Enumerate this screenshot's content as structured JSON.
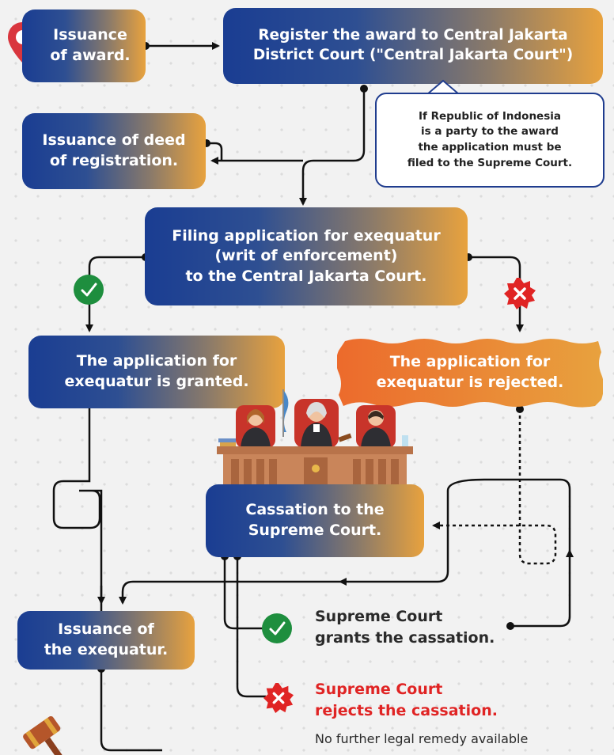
{
  "nodes": {
    "issuance_award": [
      "Issuance",
      "of award."
    ],
    "register": [
      "Register the award to Central Jakarta",
      "District Court (\"",
      "Central Jakarta Court",
      "\")"
    ],
    "callout": [
      "If Republic of Indonesia",
      "is a party to the award",
      "the application must be",
      "filed to the Supreme Court."
    ],
    "deed": [
      "Issuance of deed",
      "of registration."
    ],
    "filing": [
      "Filing application for exequatur",
      "(writ of enforcement)",
      "to the Central Jakarta Court."
    ],
    "granted": [
      "The application for",
      "exequatur is granted."
    ],
    "rejected": [
      "The application for",
      "exequatur is rejected."
    ],
    "cassation": [
      "Cassation to the",
      "Supreme Court."
    ],
    "issuance_exequatur": [
      "Issuance of",
      "the exequatur."
    ]
  },
  "outcomes": {
    "grants": [
      "Supreme Court",
      "grants the cassation."
    ],
    "rejects": [
      "Supreme Court",
      "rejects the cassation."
    ],
    "no_remedy": "No further legal remedy available"
  },
  "colors": {
    "navy": "#1a3d92",
    "gold": "#e8a23e",
    "orange": "#e8632a",
    "green": "#1e8e3e",
    "red": "#e02424",
    "line": "#111111"
  },
  "icons": [
    "location-pin-icon",
    "check-icon",
    "cross-icon",
    "judges-bench-illustration",
    "gavel-icon"
  ]
}
